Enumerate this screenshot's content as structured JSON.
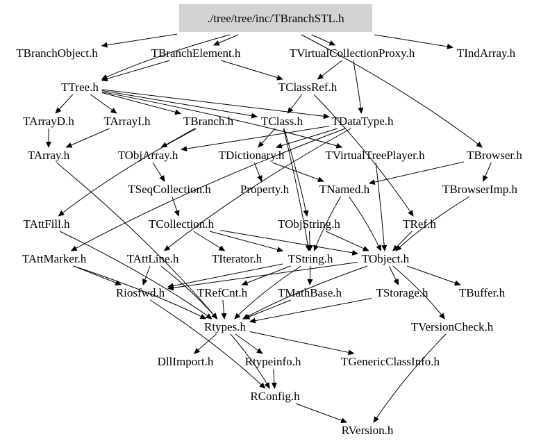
{
  "root": {
    "id": "root",
    "label": "./tree/tree/inc/TBranchSTL.h",
    "fill": "#d3d3d3"
  },
  "nodes": [
    {
      "id": "TBranchObject",
      "label": "TBranchObject.h"
    },
    {
      "id": "TBranchElement",
      "label": "TBranchElement.h"
    },
    {
      "id": "TVirtualCollectionProxy",
      "label": "TVirtualCollectionProxy.h"
    },
    {
      "id": "TIndArray",
      "label": "TIndArray.h"
    },
    {
      "id": "TTree",
      "label": "TTree.h"
    },
    {
      "id": "TClassRef",
      "label": "TClassRef.h"
    },
    {
      "id": "TArrayD",
      "label": "TArrayD.h"
    },
    {
      "id": "TArrayI",
      "label": "TArrayI.h"
    },
    {
      "id": "TBranch",
      "label": "TBranch.h"
    },
    {
      "id": "TClass",
      "label": "TClass.h"
    },
    {
      "id": "TDataType",
      "label": "TDataType.h"
    },
    {
      "id": "TArray",
      "label": "TArray.h"
    },
    {
      "id": "TObjArray",
      "label": "TObjArray.h"
    },
    {
      "id": "TDictionary",
      "label": "TDictionary.h"
    },
    {
      "id": "TVirtualTreePlayer",
      "label": "TVirtualTreePlayer.h"
    },
    {
      "id": "TBrowser",
      "label": "TBrowser.h"
    },
    {
      "id": "TSeqCollection",
      "label": "TSeqCollection.h"
    },
    {
      "id": "Property",
      "label": "Property.h"
    },
    {
      "id": "TNamed",
      "label": "TNamed.h"
    },
    {
      "id": "TBrowserImp",
      "label": "TBrowserImp.h"
    },
    {
      "id": "TAttFill",
      "label": "TAttFill.h"
    },
    {
      "id": "TCollection",
      "label": "TCollection.h"
    },
    {
      "id": "TObjString",
      "label": "TObjString.h"
    },
    {
      "id": "TRef",
      "label": "TRef.h"
    },
    {
      "id": "TAttMarker",
      "label": "TAttMarker.h"
    },
    {
      "id": "TAttLine",
      "label": "TAttLine.h"
    },
    {
      "id": "TIterator",
      "label": "TIterator.h"
    },
    {
      "id": "TString",
      "label": "TString.h"
    },
    {
      "id": "TObject",
      "label": "TObject.h"
    },
    {
      "id": "Riosfwd",
      "label": "Riosfwd.h"
    },
    {
      "id": "TRefCnt",
      "label": "TRefCnt.h"
    },
    {
      "id": "TMathBase",
      "label": "TMathBase.h"
    },
    {
      "id": "TStorage",
      "label": "TStorage.h"
    },
    {
      "id": "TBuffer",
      "label": "TBuffer.h"
    },
    {
      "id": "Rtypes",
      "label": "Rtypes.h"
    },
    {
      "id": "TVersionCheck",
      "label": "TVersionCheck.h"
    },
    {
      "id": "DllImport",
      "label": "DllImport.h"
    },
    {
      "id": "Rtypeinfo",
      "label": "Rtypeinfo.h"
    },
    {
      "id": "TGenericClassInfo",
      "label": "TGenericClassInfo.h"
    },
    {
      "id": "RConfig",
      "label": "RConfig.h"
    },
    {
      "id": "RVersion",
      "label": "RVersion.h"
    }
  ],
  "edges": [
    [
      "root",
      "TBranchObject"
    ],
    [
      "root",
      "TBranchElement"
    ],
    [
      "root",
      "TVirtualCollectionProxy"
    ],
    [
      "root",
      "TIndArray"
    ],
    [
      "root",
      "TTree"
    ],
    [
      "root",
      "TBrowser"
    ],
    [
      "TBranchElement",
      "TClassRef"
    ],
    [
      "TBranchElement",
      "TTree"
    ],
    [
      "TVirtualCollectionProxy",
      "TClassRef"
    ],
    [
      "TVirtualCollectionProxy",
      "TDataType"
    ],
    [
      "TTree",
      "TArrayD"
    ],
    [
      "TTree",
      "TArrayI"
    ],
    [
      "TTree",
      "TBranch"
    ],
    [
      "TTree",
      "TClass"
    ],
    [
      "TTree",
      "TDataType"
    ],
    [
      "TTree",
      "TVirtualTreePlayer"
    ],
    [
      "TClassRef",
      "TClass"
    ],
    [
      "TClassRef",
      "TRef"
    ],
    [
      "TArrayD",
      "TArray"
    ],
    [
      "TArrayI",
      "TArray"
    ],
    [
      "TArray",
      "Rtypes"
    ],
    [
      "TBranch",
      "TObjArray"
    ],
    [
      "TBranch",
      "TAttFill"
    ],
    [
      "TClass",
      "TDictionary"
    ],
    [
      "TClass",
      "TObjString"
    ],
    [
      "TClass",
      "TString"
    ],
    [
      "TDataType",
      "TDictionary"
    ],
    [
      "TDataType",
      "TObjArray"
    ],
    [
      "TDataType",
      "TAttMarker"
    ],
    [
      "TDataType",
      "TAttLine"
    ],
    [
      "TDictionary",
      "Property"
    ],
    [
      "TDictionary",
      "TNamed"
    ],
    [
      "TObjArray",
      "TSeqCollection"
    ],
    [
      "TSeqCollection",
      "TCollection"
    ],
    [
      "TCollection",
      "TIterator"
    ],
    [
      "TCollection",
      "TString"
    ],
    [
      "TCollection",
      "TObject"
    ],
    [
      "TNamed",
      "TObject"
    ],
    [
      "TNamed",
      "TString"
    ],
    [
      "TObjString",
      "TString"
    ],
    [
      "TObjString",
      "TObject"
    ],
    [
      "TRef",
      "TObject"
    ],
    [
      "TVirtualTreePlayer",
      "TObject"
    ],
    [
      "TBrowser",
      "TBrowserImp"
    ],
    [
      "TBrowser",
      "TNamed"
    ],
    [
      "TBrowserImp",
      "TObject"
    ],
    [
      "TAttFill",
      "Rtypes"
    ],
    [
      "TAttMarker",
      "Riosfwd"
    ],
    [
      "TAttMarker",
      "Rtypes"
    ],
    [
      "TAttLine",
      "Riosfwd"
    ],
    [
      "TAttLine",
      "Rtypes"
    ],
    [
      "TString",
      "Riosfwd"
    ],
    [
      "TString",
      "Rtypes"
    ],
    [
      "TString",
      "TMathBase"
    ],
    [
      "TString",
      "TRefCnt"
    ],
    [
      "TObject",
      "Riosfwd"
    ],
    [
      "TObject",
      "TStorage"
    ],
    [
      "TObject",
      "TBuffer"
    ],
    [
      "TObject",
      "TVersionCheck"
    ],
    [
      "TObject",
      "Rtypes"
    ],
    [
      "TMathBase",
      "Rtypes"
    ],
    [
      "TRefCnt",
      "Rtypes"
    ],
    [
      "TStorage",
      "Rtypes"
    ],
    [
      "Rtypes",
      "DllImport"
    ],
    [
      "Rtypes",
      "Rtypeinfo"
    ],
    [
      "Rtypes",
      "TGenericClassInfo"
    ],
    [
      "Rtypes",
      "RConfig"
    ],
    [
      "Rtypeinfo",
      "RConfig"
    ],
    [
      "Riosfwd",
      "RConfig"
    ],
    [
      "RConfig",
      "RVersion"
    ],
    [
      "TVersionCheck",
      "RVersion"
    ]
  ]
}
